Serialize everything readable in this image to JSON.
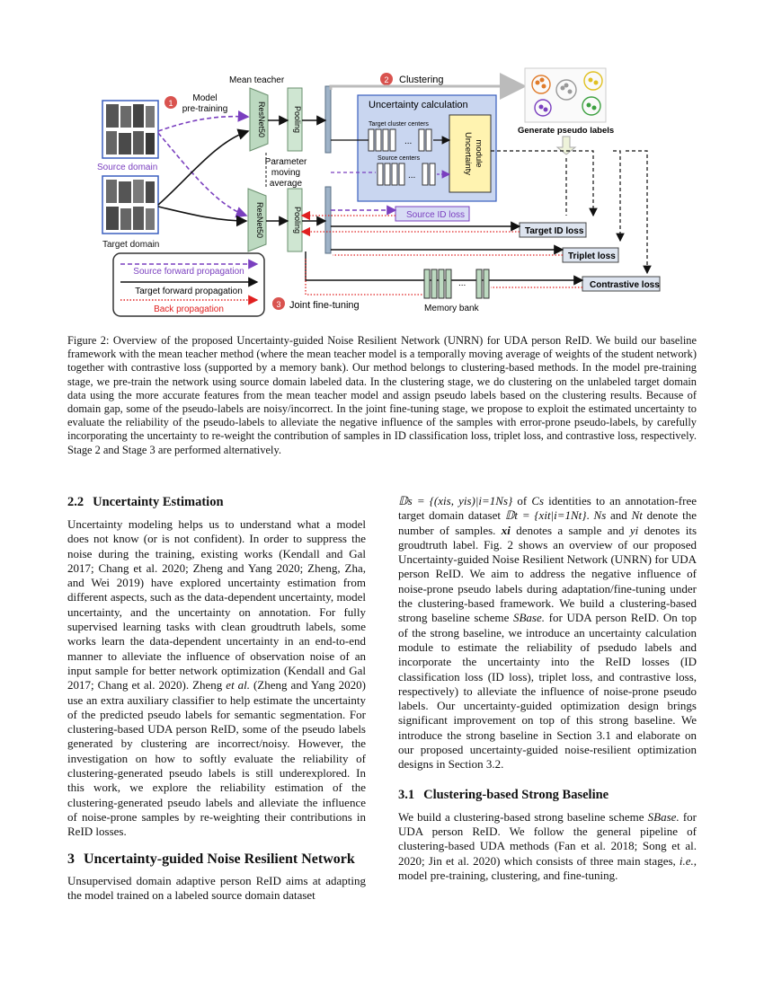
{
  "figure": {
    "labels": {
      "mean_teacher": "Mean teacher",
      "model_pretraining": [
        "Model",
        "pre-training"
      ],
      "step1": "1",
      "step2": "2",
      "step3": "3",
      "clustering": "Clustering",
      "joint_finetuning": "Joint fine-tuning",
      "resnet_top": "ResNet50",
      "resnet_bottom": "ResNet50",
      "pooling_top": "Pooling",
      "pooling_bottom": "Pooling",
      "uncertainty_calc": "Uncertainty calculation",
      "target_cluster_centers": "Target cluster centers",
      "source_centers": "Source centers",
      "uncertainty_module": [
        "Uncertainty",
        "module"
      ],
      "param_moving": [
        "Parameter",
        "moving",
        "average"
      ],
      "source_domain": "Source domain",
      "target_domain": "Target domain",
      "generate_pseudo": "Generate pseudo labels",
      "source_id_loss": "Source ID loss",
      "target_id_loss": "Target ID loss",
      "triplet_loss": "Triplet loss",
      "contrastive_loss": "Contrastive loss",
      "memory_bank": "Memory bank",
      "legend_source": "Source forward propagation",
      "legend_target": "Target forward propagation",
      "legend_back": "Back propagation",
      "dots": "..."
    },
    "colors": {
      "source": "#7a3fbf",
      "target": "#111111",
      "back": "#e02020",
      "step": "#d9534f",
      "uc_box": "#c9d6f0",
      "uc_module": "#fff3b0",
      "resnet": "#bcd9c0",
      "loss_box": "#dde4ef",
      "source_loss": "#d8dcf5"
    }
  },
  "caption": "Figure 2: Overview of the proposed Uncertainty-guided Noise Resilient Network (UNRN) for UDA person ReID. We build our baseline framework with the mean teacher method (where the mean teacher model is a temporally moving average of weights of the student network) together with contrastive loss (supported by a memory bank). Our method belongs to clustering-based methods. In the model pre-training stage, we pre-train the network using source domain labeled data. In the clustering stage, we do clustering on the unlabeled target domain data using the more accurate features from the mean teacher model and assign pseudo labels based on the clustering results. Because of domain gap, some of the pseudo-labels are noisy/incorrect. In the joint fine-tuning stage, we propose to exploit the estimated uncertainty to evaluate the reliability of the pseudo-labels to alleviate the negative influence of the samples with error-prone pseudo-labels, by carefully incorporating the uncertainty to re-weight the contribution of samples in ID classification loss, triplet loss, and contrastive loss, respectively. Stage 2 and Stage 3 are performed alternatively.",
  "left": {
    "h22_num": "2.2",
    "h22": "Uncertainty Estimation",
    "p1a": "Uncertainty modeling helps us to understand what a model does not know (or is not confident). In order to suppress the noise during the training, existing works (Kendall and Gal 2017; Chang et al. 2020; Zheng and Yang 2020; Zheng, Zha, and Wei 2019) have explored uncertainty estimation from different aspects, such as the data-dependent uncertainty, model uncertainty, and the uncertainty on annotation. For fully supervised learning tasks with clean groudtruth labels, some works learn the data-dependent uncertainty in an end-to-end manner to alleviate the influence of observation noise of an input sample for better network optimization (Kendall and Gal 2017; Chang et al. 2020). Zheng ",
    "p1_et": "et al.",
    "p1b": " (Zheng and Yang 2020) use an extra auxiliary classifier to help estimate the uncertainty of the predicted pseudo labels for semantic segmentation. For clustering-based UDA person ReID, some of the pseudo labels generated by clustering are incorrect/noisy. However, the investigation on how to softly evaluate the reliability of clustering-generated pseudo labels is still underexplored. In this work, we explore the reliability estimation of the clustering-generated pseudo labels and alleviate the influence of noise-prone samples by re-weighting their contributions in ReID losses.",
    "h3_num": "3",
    "h3": "Uncertainty-guided Noise Resilient Network",
    "p2": "Unsupervised domain adaptive person ReID aims at adapting the model trained on a labeled source domain dataset"
  },
  "right": {
    "p1_math1": "𝔻s = {(xis, yis)|i=1Ns}",
    "p1_t1": " of ",
    "p1_cs": "Cs",
    "p1_t2": " identities to an annotation-free target domain dataset ",
    "p1_math2": "𝔻t = {xit|i=1Nt}",
    "p1_t3": ". ",
    "p1_ns": "Ns",
    "p1_t4": " and ",
    "p1_nt": "Nt",
    "p1_t5": " denote the number of samples. ",
    "p1_xi": "xi",
    "p1_t6": " denotes a sample and ",
    "p1_yi": "yi",
    "p1_t7": " denotes its groudtruth label. Fig. 2 shows an overview of our proposed Uncertainty-guided Noise Resilient Network (UNRN) for UDA person ReID. We aim to address the negative influence of noise-prone pseudo labels during adaptation/fine-tuning under the clustering-based framework. We build a clustering-based strong baseline scheme ",
    "p1_sbase": "SBase.",
    "p1_t8": " for UDA person ReID. On top of the strong baseline, we introduce an uncertainty calculation module to estimate the reliability of psedudo labels and incorporate the uncertainty into the ReID losses (ID classification loss (ID loss), triplet loss, and contrastive loss, respectively) to alleviate the influence of noise-prone pseudo labels. Our uncertainty-guided optimization design brings significant improvement on top of this strong baseline. We introduce the strong baseline in Section 3.1 and elaborate on our proposed uncertainty-guided noise-resilient optimization designs in Section 3.2.",
    "h31_num": "3.1",
    "h31": "Clustering-based Strong Baseline",
    "p2_a": "We build a clustering-based strong baseline scheme ",
    "p2_sbase": "SBase.",
    "p2_b": " for UDA person ReID. We follow the general pipeline of clustering-based UDA methods (Fan et al. 2018; Song et al. 2020; Jin et al. 2020) which consists of three main stages, ",
    "p2_ie": "i.e.",
    "p2_c": ", model pre-training, clustering, and fine-tuning."
  }
}
